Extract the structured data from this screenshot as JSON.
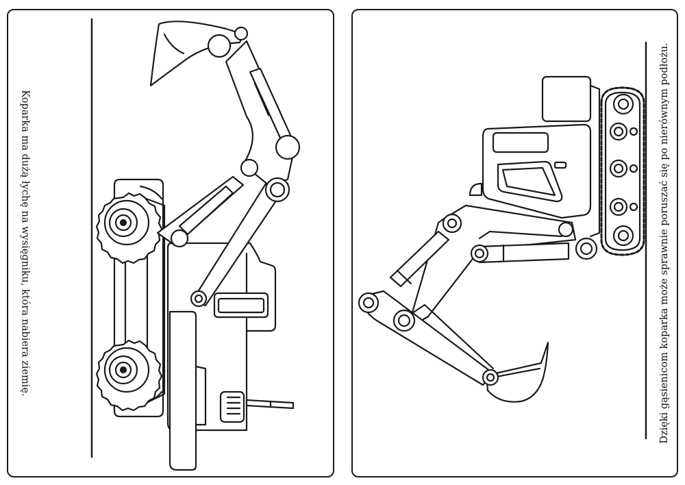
{
  "pages": [
    {
      "caption": "Koparka ma dużą łychę na wysięgniku, która nabiera ziemię."
    },
    {
      "caption": "Dzięki gąsienicom koparka może sprawnie poruszać się po nierównym podłożu."
    }
  ],
  "colors": {
    "line": "#1a1a1a",
    "paper": "#ffffff"
  },
  "icons": [
    "wheeled-excavator-illustration",
    "tracked-excavator-illustration"
  ]
}
